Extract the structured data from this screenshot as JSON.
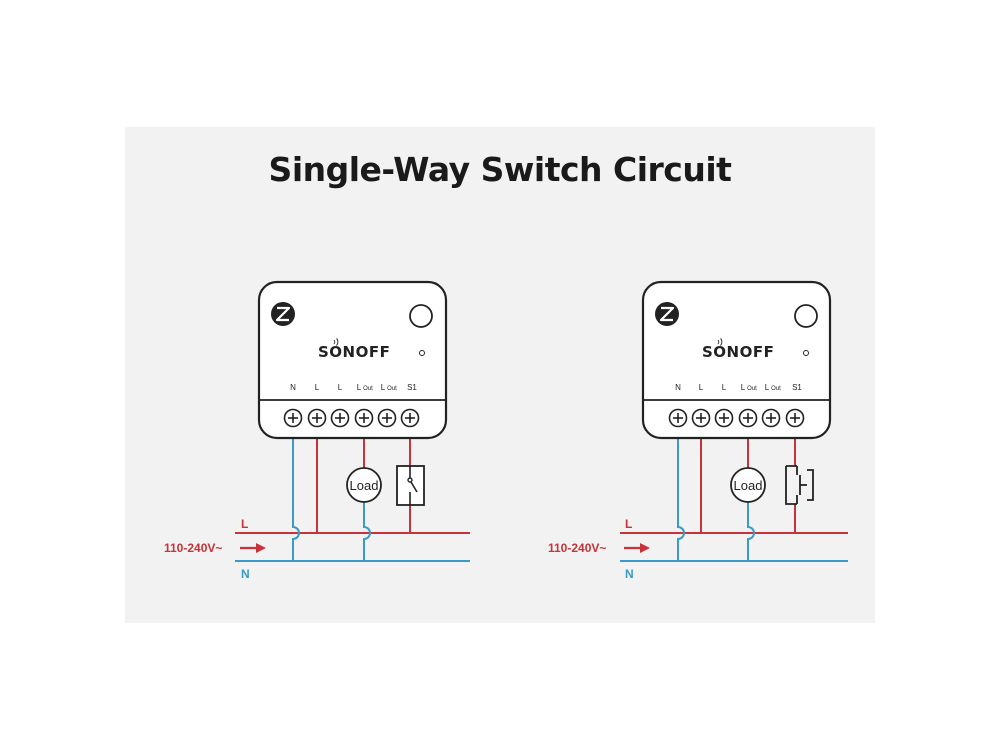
{
  "title": "Single-Way Switch Circuit",
  "colors": {
    "live": "#c8323a",
    "neutral": "#3a9bc8",
    "outline": "#222222",
    "panel": "#f2f2f2"
  },
  "icons": {
    "logo": "zigbee-icon",
    "button": "pair-button-icon",
    "led": "led-indicator-icon",
    "wifi": "wifi-signal-icon"
  },
  "diagrams": [
    {
      "brand": "SONOFF",
      "terminals": [
        "N",
        "L",
        "L",
        "L",
        "L",
        "S1"
      ],
      "terminal_subs": [
        "",
        "",
        "",
        "Out",
        "Out",
        ""
      ],
      "load_label": "Load",
      "switch_type": "rocker-switch",
      "line_label": "L",
      "neutral_label": "N",
      "voltage": "110-240V~"
    },
    {
      "brand": "SONOFF",
      "terminals": [
        "N",
        "L",
        "L",
        "L",
        "L",
        "S1"
      ],
      "terminal_subs": [
        "",
        "",
        "",
        "Out",
        "Out",
        ""
      ],
      "load_label": "Load",
      "switch_type": "push-button-switch",
      "line_label": "L",
      "neutral_label": "N",
      "voltage": "110-240V~"
    }
  ]
}
